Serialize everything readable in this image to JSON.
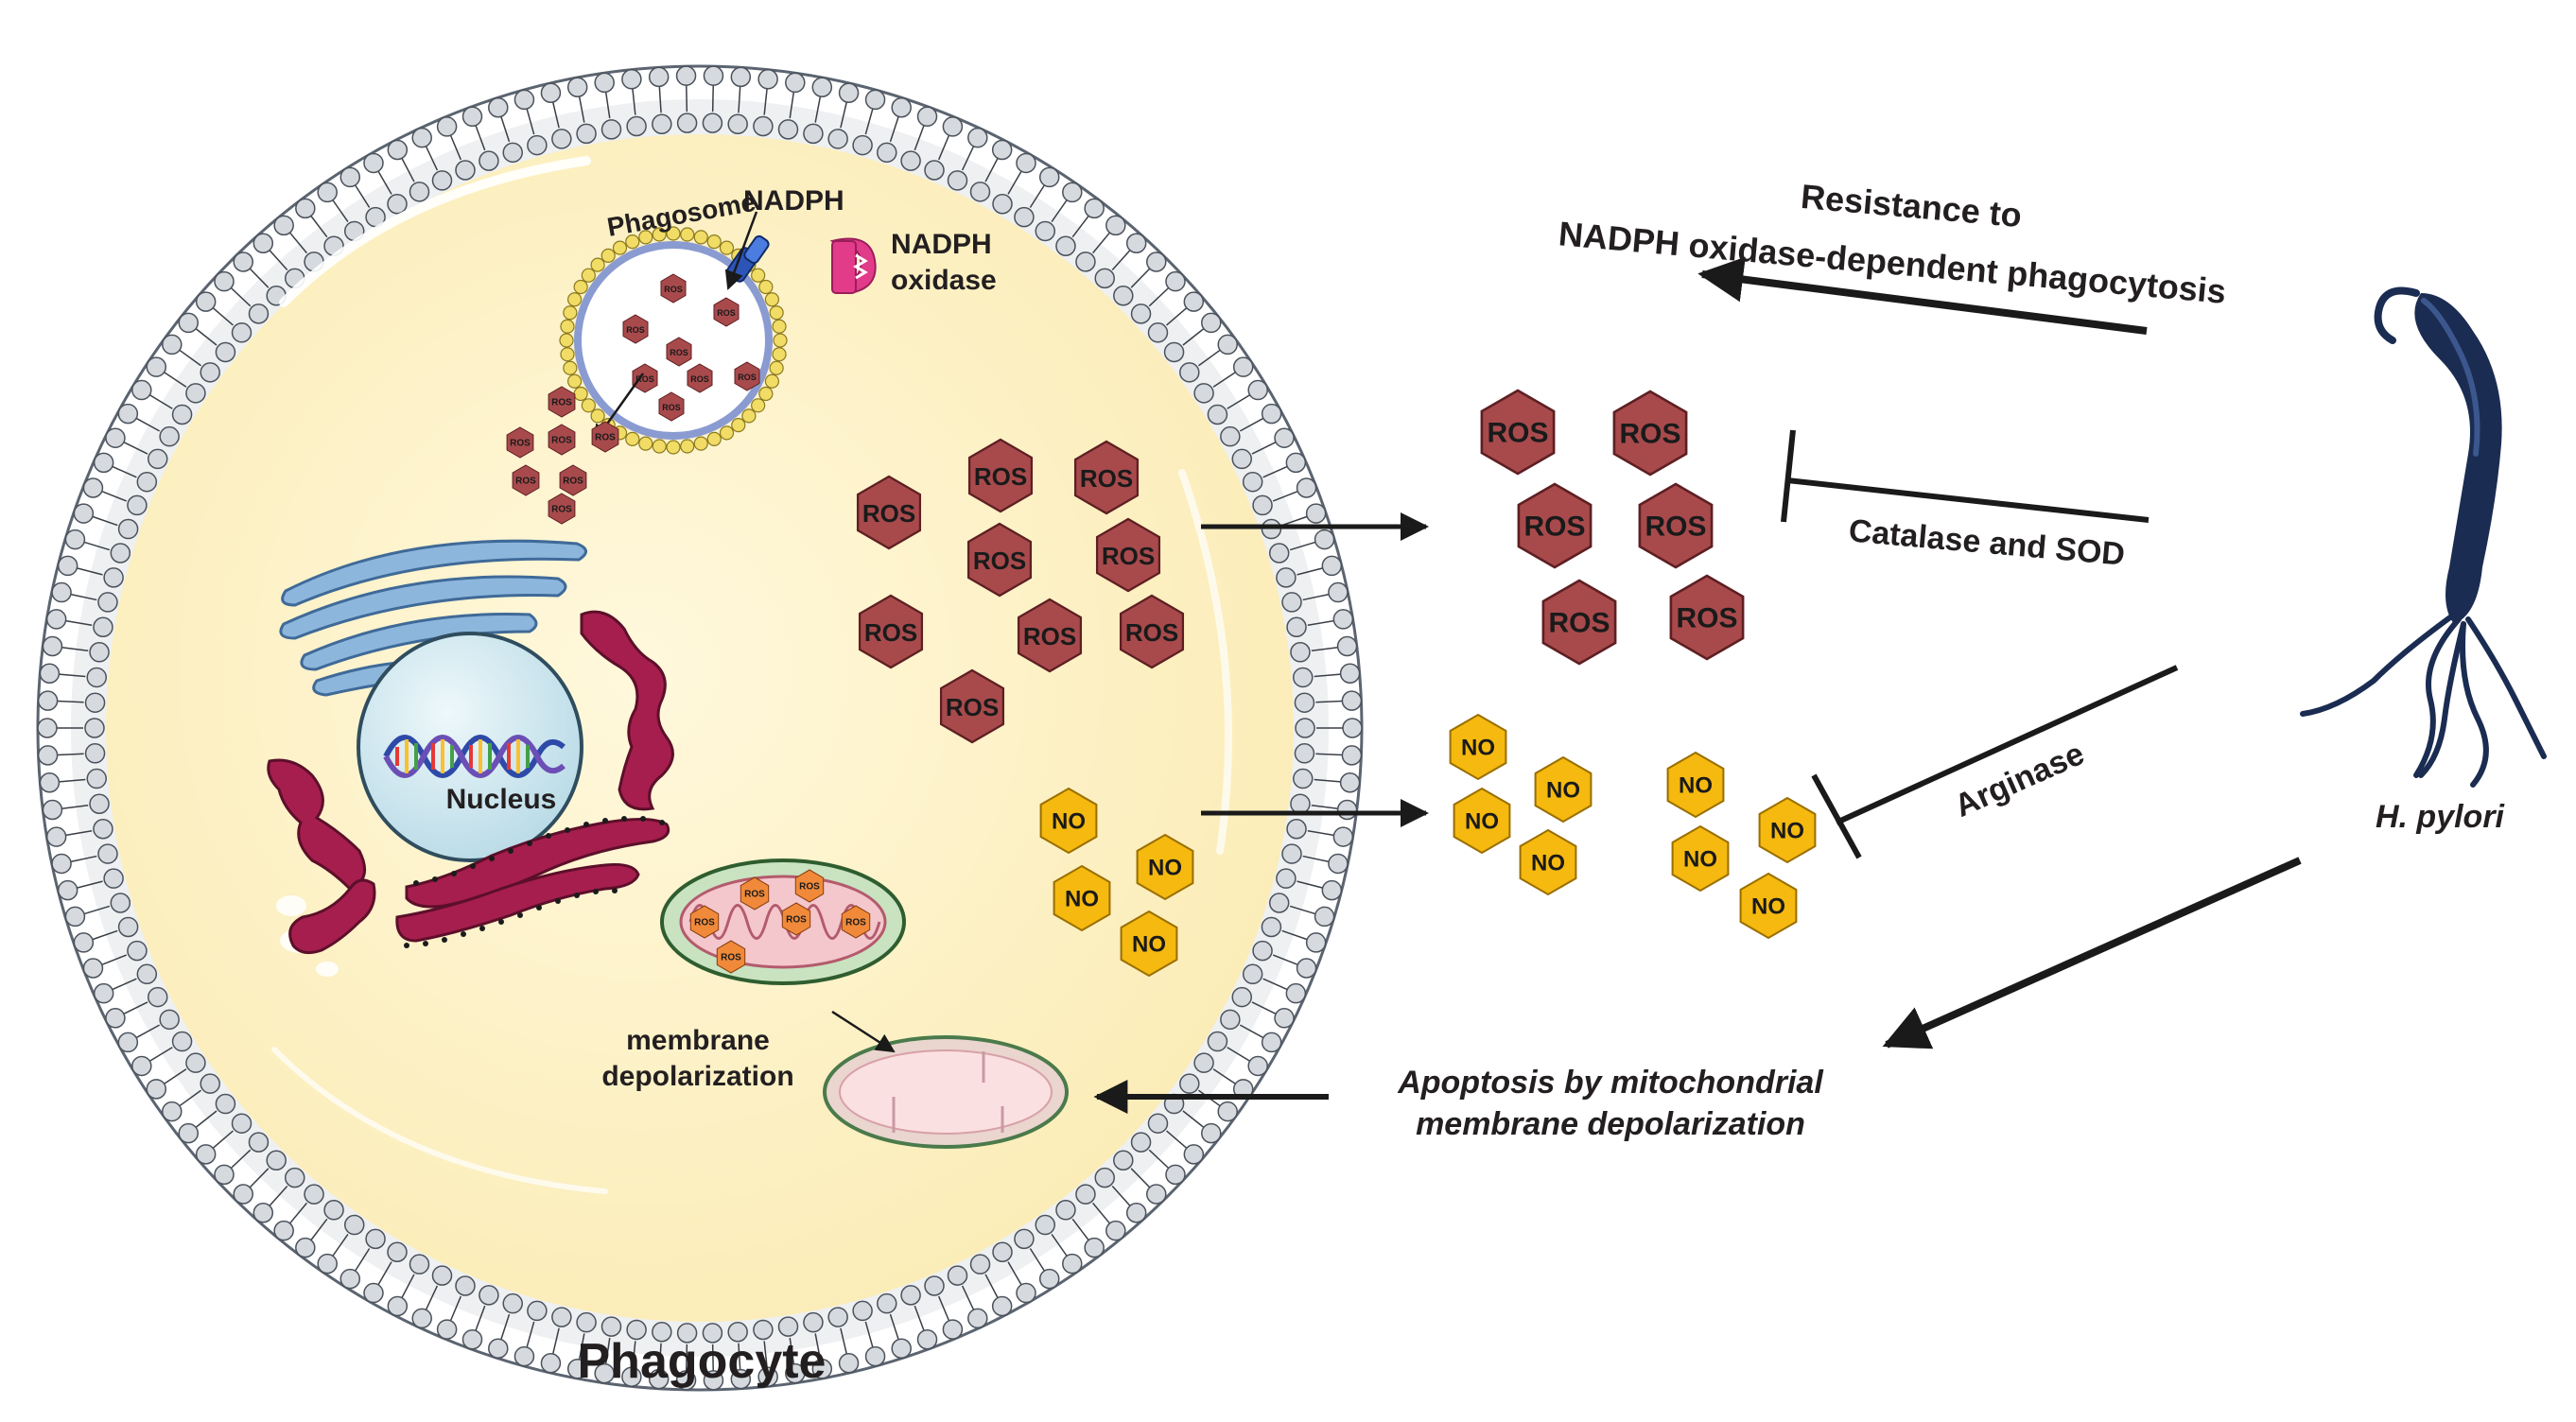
{
  "labels": {
    "phagosome": "Phagosome",
    "nadph": "NADPH",
    "nadph_oxidase_line1": "NADPH",
    "nadph_oxidase_line2": "oxidase",
    "nucleus": "Nucleus",
    "membrane_depol_line1": "membrane",
    "membrane_depol_line2": "depolarization",
    "phagocyte": "Phagocyte",
    "resistance_line1": "Resistance to",
    "resistance_line2": "NADPH oxidase-dependent phagocytosis",
    "catalase": "Catalase and SOD",
    "arginase": "Arginase",
    "h_pylori": "H. pylori",
    "apoptosis_line1": "Apoptosis by mitochondrial",
    "apoptosis_line2": "membrane depolarization"
  },
  "molecules": {
    "ros": "ROS",
    "no": "NO"
  },
  "colors": {
    "ros_fill": "#a84a4c",
    "no_fill": "#f5b90f",
    "cytoplasm": "#fdf3cf",
    "membrane_head": "#d6dadf",
    "phagosome_lipid": "#f1dc66",
    "phagosome_inner": "#8a9bd1",
    "bacterium": "#1b2c52",
    "er": "#a61e4d",
    "golgi": "#7ca6d3",
    "nucleus": "#cfe6ef",
    "mitochondrion": "#c9e3c1",
    "oxidase": "#e23b8a"
  }
}
